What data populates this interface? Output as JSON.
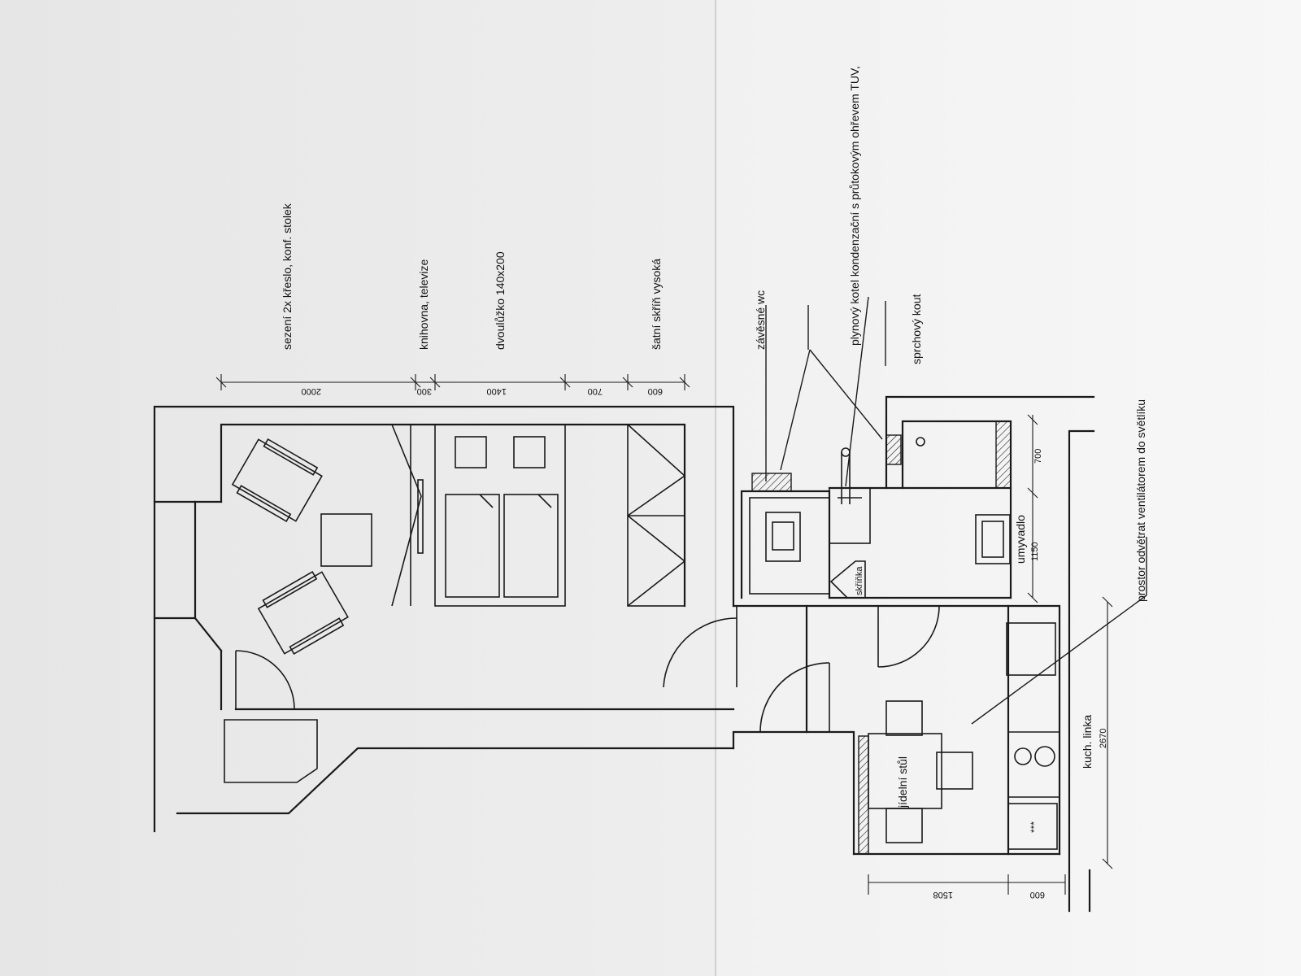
{
  "labels": {
    "seating": "sezení 2x křeslo, konf. stolek",
    "bookshelf": "knihovna, televize",
    "bed": "dvoulůžko 140x200",
    "wardrobe": "šatní skříň vysoká",
    "wc": "závěsné wc",
    "boiler": "plynový kotel kondenzační s průtokovým ohřevem TUV,",
    "shower": "sprchový kout",
    "washbasin": "umyvadlo",
    "cabinet": "skříňka",
    "vent": "prostor odvětrat ventilátorem do světlíku",
    "kitchen": "kuch. linka",
    "dining": "jídelní stůl",
    "hob": "***"
  },
  "dimensions": {
    "top": [
      "2000",
      "300",
      "1400",
      "700",
      "600"
    ],
    "washbasin_width": "1150",
    "shower_width": "700",
    "kitchen_length": "2670",
    "bottom_left": "1508",
    "bottom_right": "600"
  }
}
